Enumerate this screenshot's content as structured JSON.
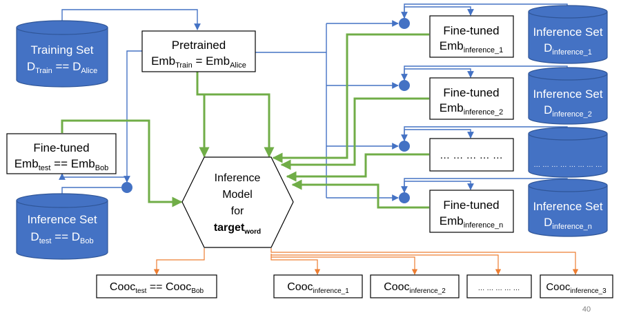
{
  "colors": {
    "db_fill": "#4472c4",
    "db_stroke": "#2f5597",
    "blue_line": "#4472c4",
    "green_line": "#70ad47",
    "orange_line": "#ed7d31",
    "box_stroke": "#000000",
    "node_fill": "#4472c4"
  },
  "training_set": {
    "title": "Training Set",
    "lhs": "D",
    "lhs_sub": "Train",
    "op": " == ",
    "rhs": "D",
    "rhs_sub": "Alice"
  },
  "pretrained": {
    "title": "Pretrained",
    "lhs": "Emb",
    "lhs_sub": "Train",
    "op": " = ",
    "rhs": "Emb",
    "rhs_sub": "Alice"
  },
  "finetuned_test": {
    "title": "Fine-tuned",
    "lhs": "Emb",
    "lhs_sub": "test",
    "op": " == ",
    "rhs": "Emb",
    "rhs_sub": "Bob"
  },
  "inference_test_set": {
    "title": "Inference Set",
    "lhs": "D",
    "lhs_sub": "test",
    "op": " == ",
    "rhs": "D",
    "rhs_sub": "Bob"
  },
  "inference_model": {
    "line1": "Inference",
    "line2": "Model",
    "line3": "for",
    "target": "target",
    "target_sub": "word"
  },
  "finetuned_right": [
    {
      "title": "Fine-tuned",
      "main": "Emb",
      "sub": "inference_1"
    },
    {
      "title": "Fine-tuned",
      "main": "Emb",
      "sub": "inference_2"
    },
    {
      "title": "",
      "main": "… … … … …",
      "sub": ""
    },
    {
      "title": "Fine-tuned",
      "main": "Emb",
      "sub": "inference_n"
    }
  ],
  "inference_sets_right": [
    {
      "title": "Inference Set",
      "main": "D",
      "sub": "inference_1"
    },
    {
      "title": "Inference Set",
      "main": "D",
      "sub": "inference_2"
    },
    {
      "title": "",
      "main": "… … … … … … … …",
      "sub": ""
    },
    {
      "title": "Inference Set",
      "main": "D",
      "sub": "inference_n"
    }
  ],
  "cooc_boxes": [
    {
      "lhs": "Cooc",
      "lhs_sub": "test",
      "op": " == ",
      "rhs": "Cooc",
      "rhs_sub": "Bob"
    },
    {
      "lhs": "Cooc",
      "lhs_sub": "inference_1"
    },
    {
      "lhs": "Cooc",
      "lhs_sub": "inference_2"
    },
    {
      "lhs": "… … … … …",
      "lhs_sub": ""
    },
    {
      "lhs": "Cooc",
      "lhs_sub": "inference_3"
    }
  ],
  "page_number": "40"
}
